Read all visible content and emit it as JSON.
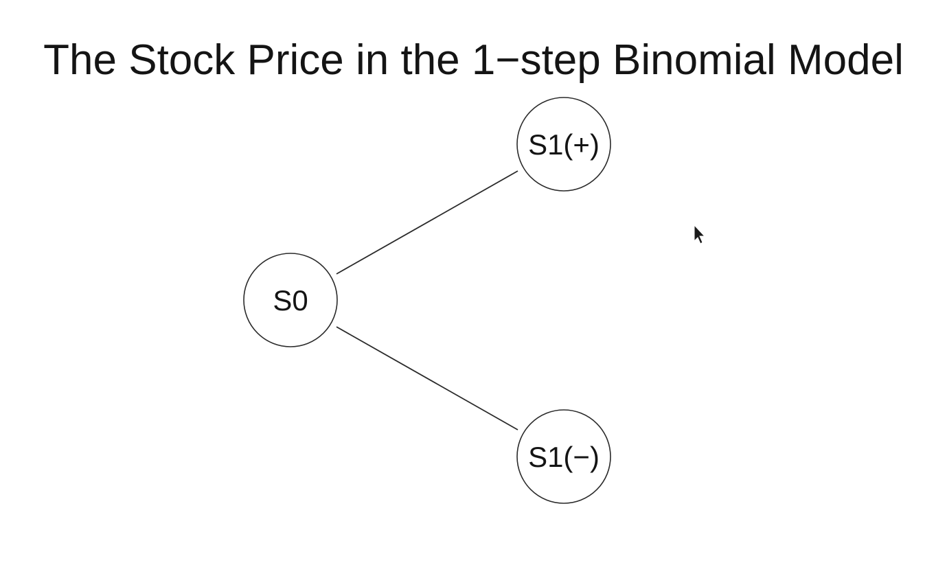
{
  "title": "The Stock Price in the 1−step Binomial Model",
  "nodes": {
    "s0": "S0",
    "s1_up": "S1(+)",
    "s1_down": "S1(−)"
  }
}
